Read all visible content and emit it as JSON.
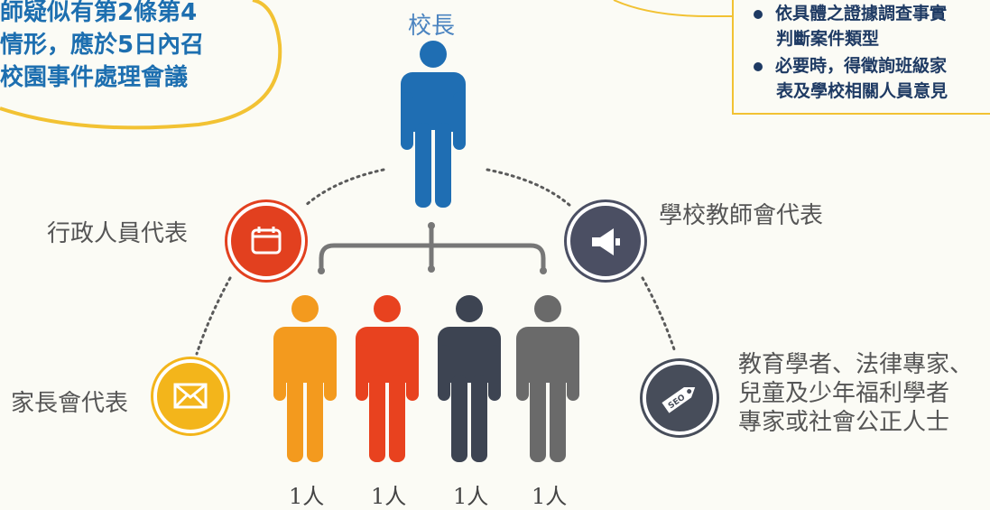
{
  "top_left_callout": {
    "lines": [
      "師疑似有第2條第4",
      "情形，應於5日內召",
      "校園事件處理會議"
    ]
  },
  "top_right_box": {
    "bullets": [
      {
        "line1": "依具體之證據調查事實",
        "line2": "判斷案件類型"
      },
      {
        "line1": "必要時，得徵詢班級家",
        "line2": "表及學校相關人員意見"
      }
    ]
  },
  "principal": {
    "label": "校長",
    "color": "#1f6eb3"
  },
  "roles": {
    "admin": {
      "label": "行政人員代表",
      "icon": "calendar-icon",
      "color": "#e2401f"
    },
    "teachers": {
      "label": "學校教師會代表",
      "icon": "megaphone-icon",
      "color": "#4b4f63"
    },
    "parents": {
      "label": "家長會代表",
      "icon": "envelope-icon",
      "color": "#f3b51b"
    },
    "experts": {
      "lines": [
        "教育學者、法律專家、",
        "兒童及少年福利學者",
        "專家或社會公正人士"
      ],
      "icon": "seo-tag-icon",
      "color": "#474d5a"
    }
  },
  "members": [
    {
      "count": "1人",
      "color": "#f39a1e"
    },
    {
      "count": "1人",
      "color": "#e8421f"
    },
    {
      "count": "1人",
      "color": "#3d4452"
    },
    {
      "count": "1人",
      "color": "#6a6a6a"
    }
  ]
}
